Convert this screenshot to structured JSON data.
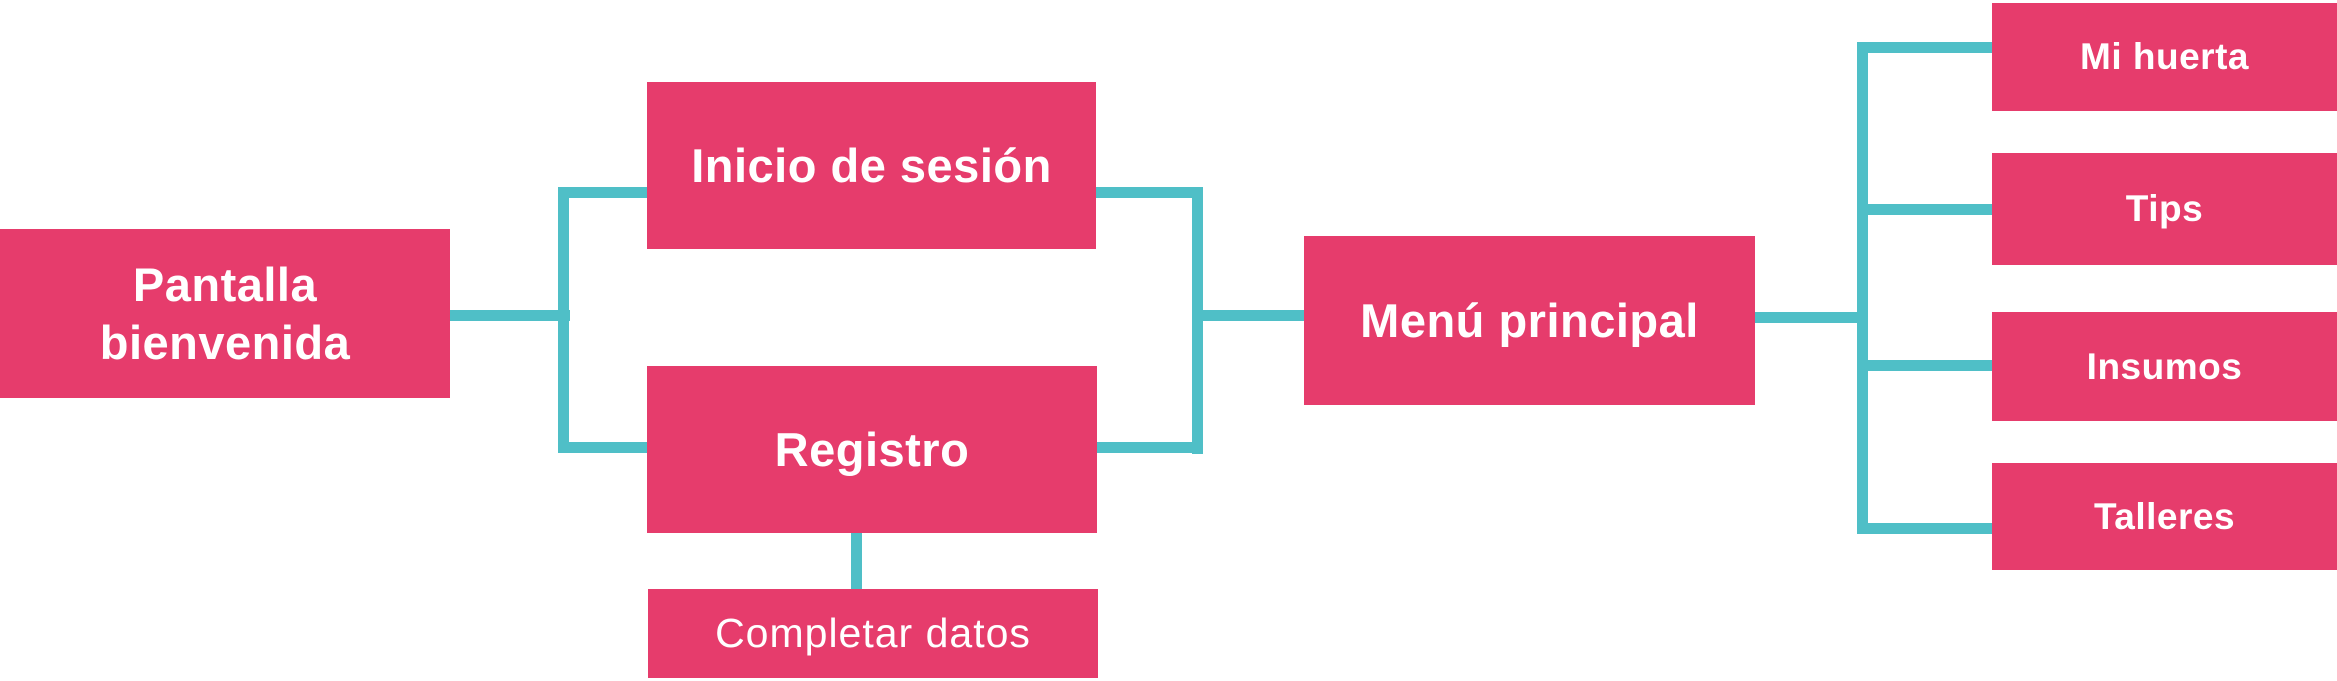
{
  "diagram": {
    "type": "flowchart",
    "colors": {
      "node_fill": "#E63C6C",
      "connector": "#4FBFC7",
      "label_text": "#FFFFFF",
      "background": "#FFFFFF"
    },
    "nodes": {
      "pantalla_bienvenida": {
        "label": "Pantalla bienvenida",
        "style": "bold"
      },
      "inicio_sesion": {
        "label": "Inicio de sesión",
        "style": "bold"
      },
      "registro": {
        "label": "Registro",
        "style": "bold"
      },
      "completar_datos": {
        "label": "Completar datos",
        "style": "light"
      },
      "menu_principal": {
        "label": "Menú principal",
        "style": "bold"
      },
      "mi_huerta": {
        "label": "Mi huerta",
        "style": "bold"
      },
      "tips": {
        "label": "Tips",
        "style": "bold"
      },
      "insumos": {
        "label": "Insumos",
        "style": "bold"
      },
      "talleres": {
        "label": "Talleres",
        "style": "bold"
      }
    },
    "edges": [
      {
        "from": "Pantalla bienvenida",
        "to": "Inicio de sesión"
      },
      {
        "from": "Pantalla bienvenida",
        "to": "Registro"
      },
      {
        "from": "Inicio de sesión",
        "to": "Menú principal"
      },
      {
        "from": "Registro",
        "to": "Menú principal"
      },
      {
        "from": "Registro",
        "to": "Completar datos"
      },
      {
        "from": "Menú principal",
        "to": "Mi huerta"
      },
      {
        "from": "Menú principal",
        "to": "Tips"
      },
      {
        "from": "Menú principal",
        "to": "Insumos"
      },
      {
        "from": "Menú principal",
        "to": "Talleres"
      }
    ]
  }
}
